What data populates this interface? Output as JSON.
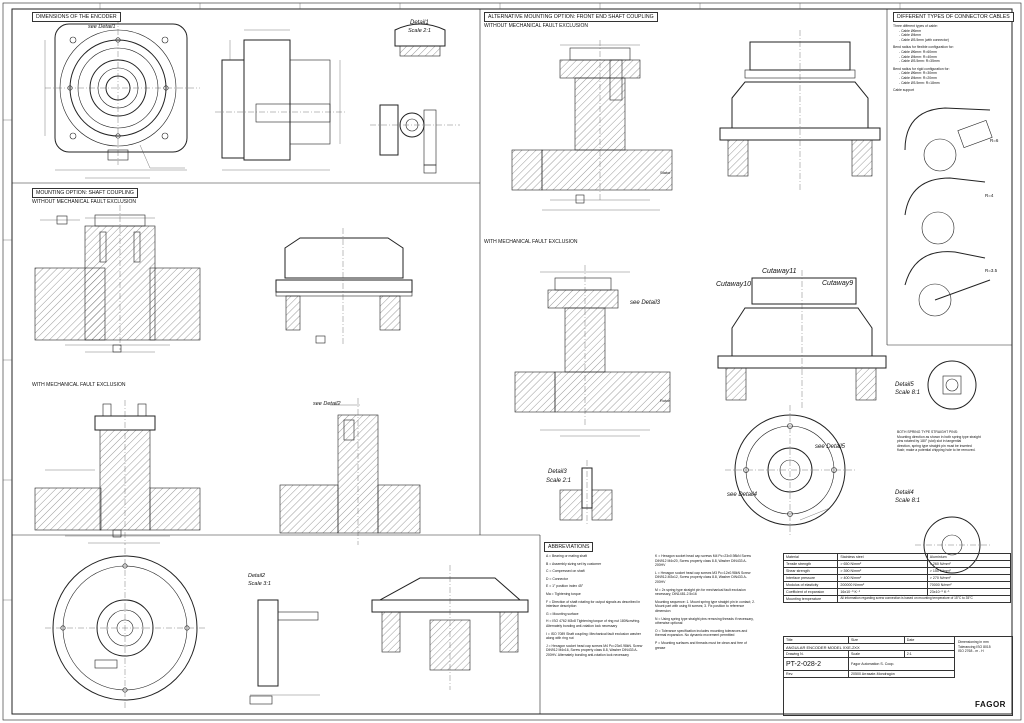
{
  "sections": {
    "dimensions": "DIMENSIONS OF THE ENCODER",
    "alt_mounting": "ALTERNATIVE MOUNTING OPTION: FRONT END SHAFT COUPLING",
    "shaft_coupling": "MOUNTING OPTION: SHAFT COUPLING",
    "connector_cables": "DIFFERENT TYPES OF CONNECTOR CABLES",
    "abbreviations": "ABBREVIATIONS"
  },
  "subtitles": {
    "without_exclusion": "WITHOUT MECHANICAL FAULT EXCLUSION",
    "with_exclusion": "WITH MECHANICAL FAULT EXCLUSION"
  },
  "callouts": {
    "see_detail1": "see Detail1",
    "detail1": "Detail1",
    "detail1_scale": "Scale 2:1",
    "see_detail2": "see Detail2",
    "detail2": "Detail2",
    "detail2_scale": "Scale 3:1",
    "see_detail3": "see Detail3",
    "detail3": "Detail3",
    "detail3_scale": "Scale 2:1",
    "cutaway9": "Cutaway9",
    "cutaway10": "Cutaway10",
    "cutaway11": "Cutaway11",
    "detail5": "Detail5",
    "detail5_scale": "Scale 8:1",
    "see_detail5": "see Detail5",
    "detail4": "Detail4",
    "detail4_scale": "Scale 8:1",
    "see_detail4": "see Detail4",
    "stator": "Stator",
    "rotor": "Rotor"
  },
  "cable_notes": [
    "Three different types of cable:",
    "- Cable Ø6mm",
    "- Cable Ø4mm",
    "- Cable Ø3.5mm (with connector)",
    "Bend radius for flexible configuration for:",
    "- Cable Ø6mm: R=60mm",
    "- Cable Ø4mm: R=40mm",
    "- Cable Ø3.5mm: R=35mm",
    "Bend radius for rigid configuration for:",
    "- Cable Ø6mm: R=30mm",
    "- Cable Ø4mm: R=20mm",
    "- Cable Ø3.5mm: R=18mm",
    "Cable support"
  ],
  "radius_labels": [
    "R=6",
    "R=4",
    "R=3.5"
  ],
  "spring_note": [
    "BOTH SPRING TYPE STRAIGHT PINS:",
    "Mounting direction as shown in both spring type straight",
    "pins rotated by 180° (slot) slot in tangential",
    "direction, spring type straight pin must be inserted",
    "flush; make a potential chipping hole to be removed."
  ],
  "abbreviations_left": [
    "A  = Bearing or mating shaft",
    "B  = Assembly sizing set by customer",
    "C  = Compressed on shaft",
    "D  = Connector",
    "E  = 1° position index 45°",
    "Ma = Tightening torque",
    "F  = Direction of shaft rotating for output signals as described in interface description",
    "G  = Mounting surface",
    "H  = ISO 4762 M3x8 Tightening torque of ring nut 180Ncm/ring. Alternately bonding anti-rotation lock necessary",
    "I  = ISO 7089 Shaft coupling: Mechanical fault exclusion washer along with ring nut",
    "J  = Hexagon socket head cap screws M4 Pc=23x0.98kN. Screw DIN912 M4x16, Screw property class 8.8, Washer DIN433 A-200HV. Alternately bonding anti-rotation lock necessary"
  ],
  "abbreviations_right": [
    "K  = Hexagon socket head cap screws M4 Pc=23x0.98kN Screw DIN912 M4x20, Screw property class 8.8, Washer DIN433 A-200HV",
    "L  = Hexagon socket head cap screws M3 Pc=12x0.98kN Screw DIN912-M3x12, Screw property class 8.8, Washer DIN433 A-200HV",
    "M  = 2x spring type straight pin for mechanical fault exclusion necessary, DIN1481-2.5x16",
    "Mounting sequence: 1. Mount spring type straight pin in contact; 2. Mount part with using fit screws; 3. Fix position to reference dimension",
    "N  = Using spring type straight pins removing threads if necessary, otherwise optional",
    "O  = Tolerance specification includes mounting tolerances and thermal expansion. No dynamic movement permitted",
    "P  = Mounting surfaces and threads must be clean and free of grease"
  ],
  "spec_table": {
    "header": [
      "Material",
      "Stainless steel",
      "Aluminium"
    ],
    "rows": [
      [
        "Tensile strength",
        "> 650 N/mm²",
        "> 260 N/mm²"
      ],
      [
        "Shear strength",
        "> 390 N/mm²",
        "> 150 N/mm²"
      ],
      [
        "Interface pressure",
        "> 400 N/mm²",
        "> 270 N/mm²"
      ],
      [
        "Modulus of elasticity",
        "200000 N/mm²",
        "70000 N/mm²"
      ],
      [
        "Coefficient of expansion",
        "16x10⁻⁶ K⁻¹",
        "23x10⁻⁶ K⁻¹"
      ],
      [
        "Mounting temperature",
        "All information regarding screw connection is based on mounting temperature of 15°C to 35°C",
        ""
      ]
    ]
  },
  "title_block": {
    "title_label": "Title",
    "title_value": "ANGULAR ENCODER MODEL XXE-2XX",
    "drawing_no_label": "Drawing N.",
    "drawing_no": "PT-2-028-2",
    "rev": "Rev.",
    "scale_label": "Scale",
    "scale_value": "2:1",
    "company": "Fagor Automation S. Coop.",
    "company_addr": "20500 Arrasate-Mondragón",
    "brand": "FAGOR",
    "general_tol": "Dimensioning in mm",
    "tolerancing": "Tolerancing ISO 8015",
    "iso_fit": "ISO 2768 - m - H",
    "size_label": "Size",
    "date_label": "Date"
  }
}
